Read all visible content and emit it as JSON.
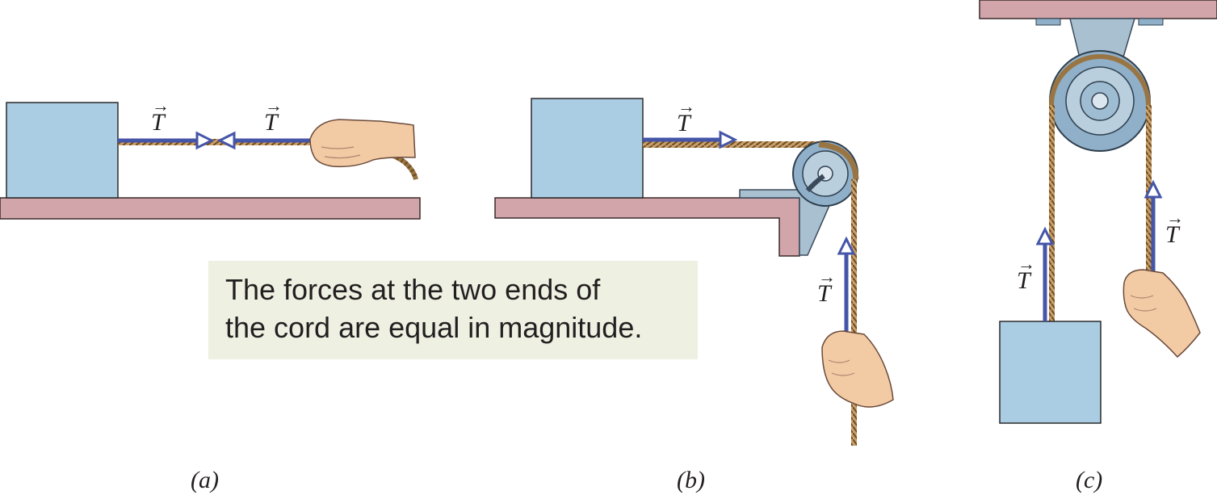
{
  "labels": {
    "tension": "T",
    "vector_arrow": "→"
  },
  "callout": {
    "line1": "The forces at the two ends of",
    "line2": "the cord are equal in magnitude."
  },
  "captions": {
    "a": "(a)",
    "b": "(b)",
    "c": "(c)"
  },
  "colors": {
    "block": "#abcde4",
    "surface": "#d2a5aa",
    "force_arrow": "#4555a8",
    "rope": "#9a7544",
    "pulley": "#8fb0c8",
    "hand": "#f2caa4",
    "callout_bg": "#eef0e2"
  }
}
